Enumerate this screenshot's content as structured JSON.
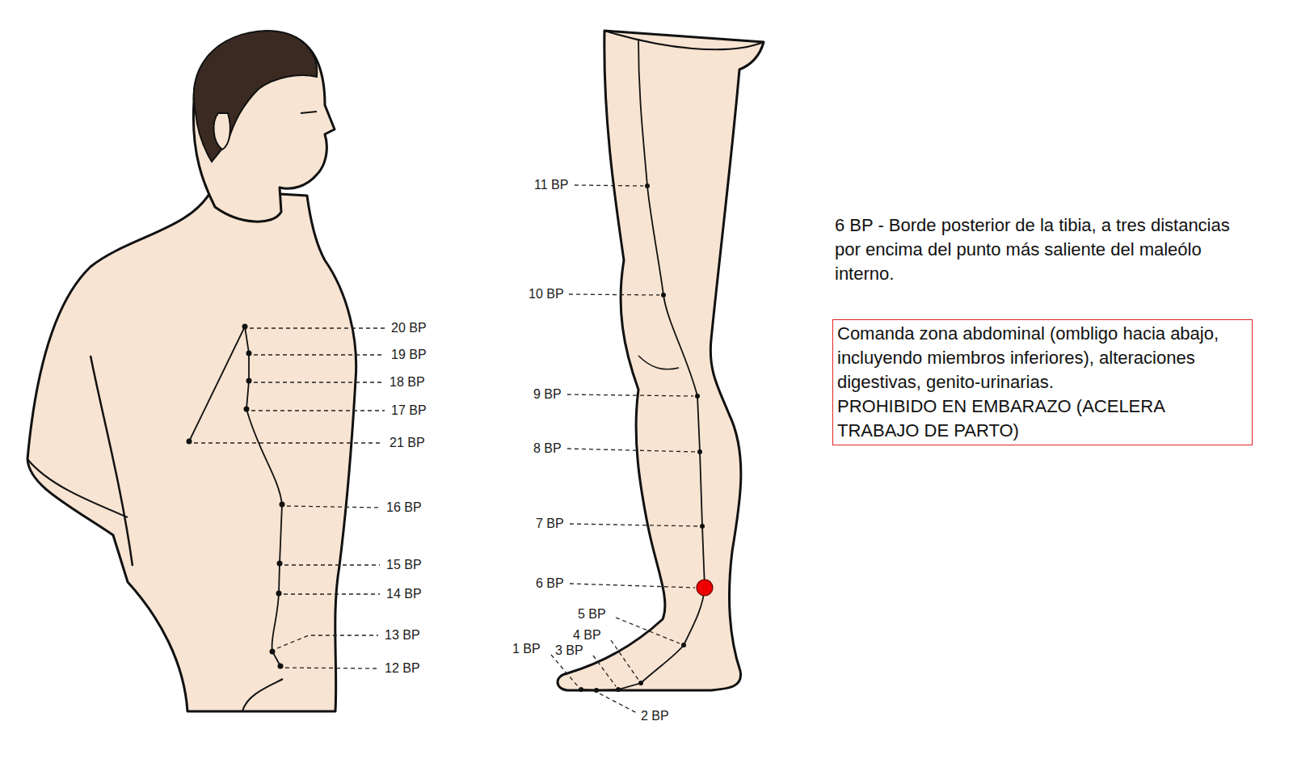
{
  "diagram": {
    "nodes": [
      {
        "text": [
          "Comanda zona abdominal (ombligo hacia abajo, incluyendo miembros inferiores), alteraciones digestivas, genito-urinarias.",
          "PROHIBIDO EN EMBARAZO (ACELERA TRABAJO DE PARTO)"
        ]
      }
    ],
    "labels": [
      "6 BP - Borde posterior de la tibia, a tres distancias por encima del punto más saliente del maleólo interno.",
      "20 BP",
      "19 BP",
      "18 BP",
      "17 BP",
      "21 BP",
      "16 BP",
      "15 BP",
      "14 BP",
      "13 BP",
      "12 BP",
      "11 BP",
      "10 BP",
      "9 BP",
      "8 BP",
      "7 BP",
      "6 BP",
      "5 BP",
      "4 BP",
      "3 BP",
      "1 BP",
      "2 BP"
    ]
  }
}
